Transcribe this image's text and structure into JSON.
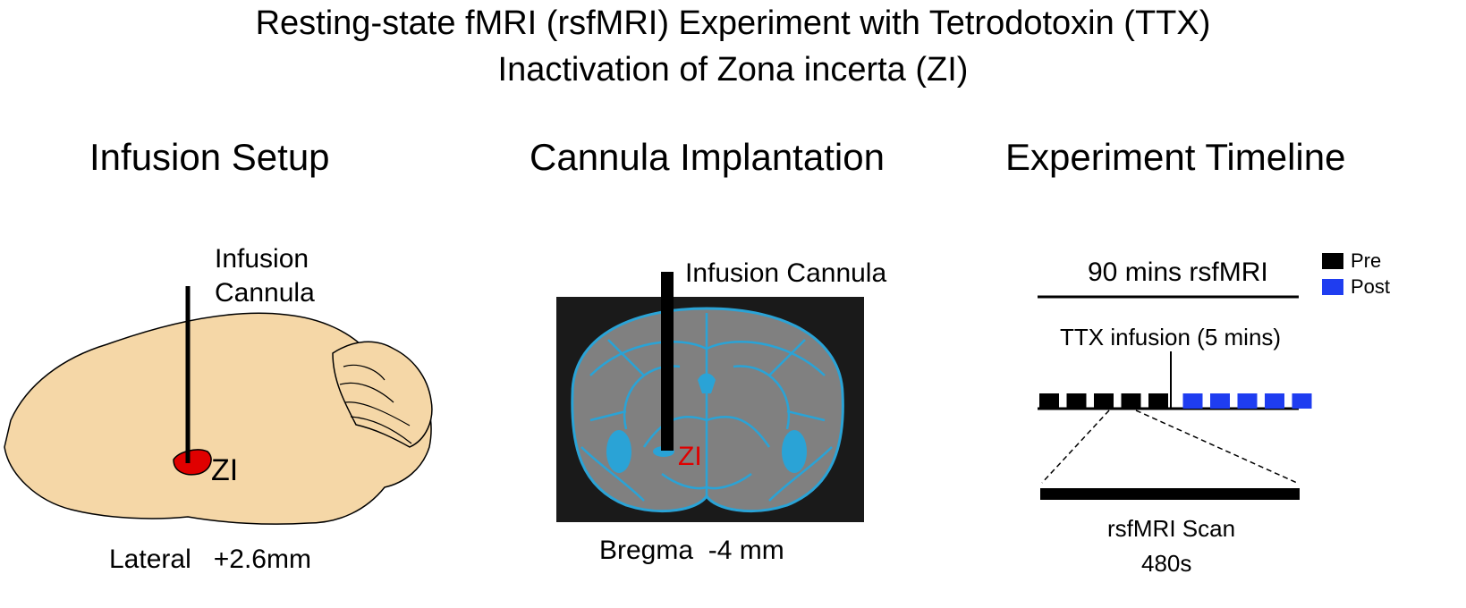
{
  "title": {
    "line1": "Resting-state fMRI (rsfMRI) Experiment with Tetrodotoxin (TTX)",
    "line2": "Inactivation of Zona incerta (ZI)"
  },
  "panels": {
    "infusion_setup": {
      "heading": "Infusion Setup",
      "cannula_label_line1": "Infusion",
      "cannula_label_line2": "Cannula",
      "region_label": "ZI",
      "caption": "Lateral   +2.6mm"
    },
    "cannula_implantation": {
      "heading": "Cannula Implantation",
      "cannula_label": "Infusion Cannula",
      "region_label": "ZI",
      "caption": "Bregma  -4 mm"
    },
    "experiment_timeline": {
      "heading": "Experiment Timeline",
      "duration_label": "90 mins rsfMRI",
      "infusion_label": "TTX infusion (5 mins)",
      "scan_label": "rsfMRI Scan",
      "scan_duration": "480s",
      "pre_scans": 5,
      "post_scans": 5,
      "legend": [
        {
          "label": "Pre",
          "color": "#000000"
        },
        {
          "label": "Post",
          "color": "#1f3df0"
        }
      ]
    }
  },
  "colors": {
    "brain_fill": "#f5d7a7",
    "region_red": "#e00000",
    "atlas_blue": "#2aa3d6",
    "mri_bg": "#1a1a1a"
  }
}
